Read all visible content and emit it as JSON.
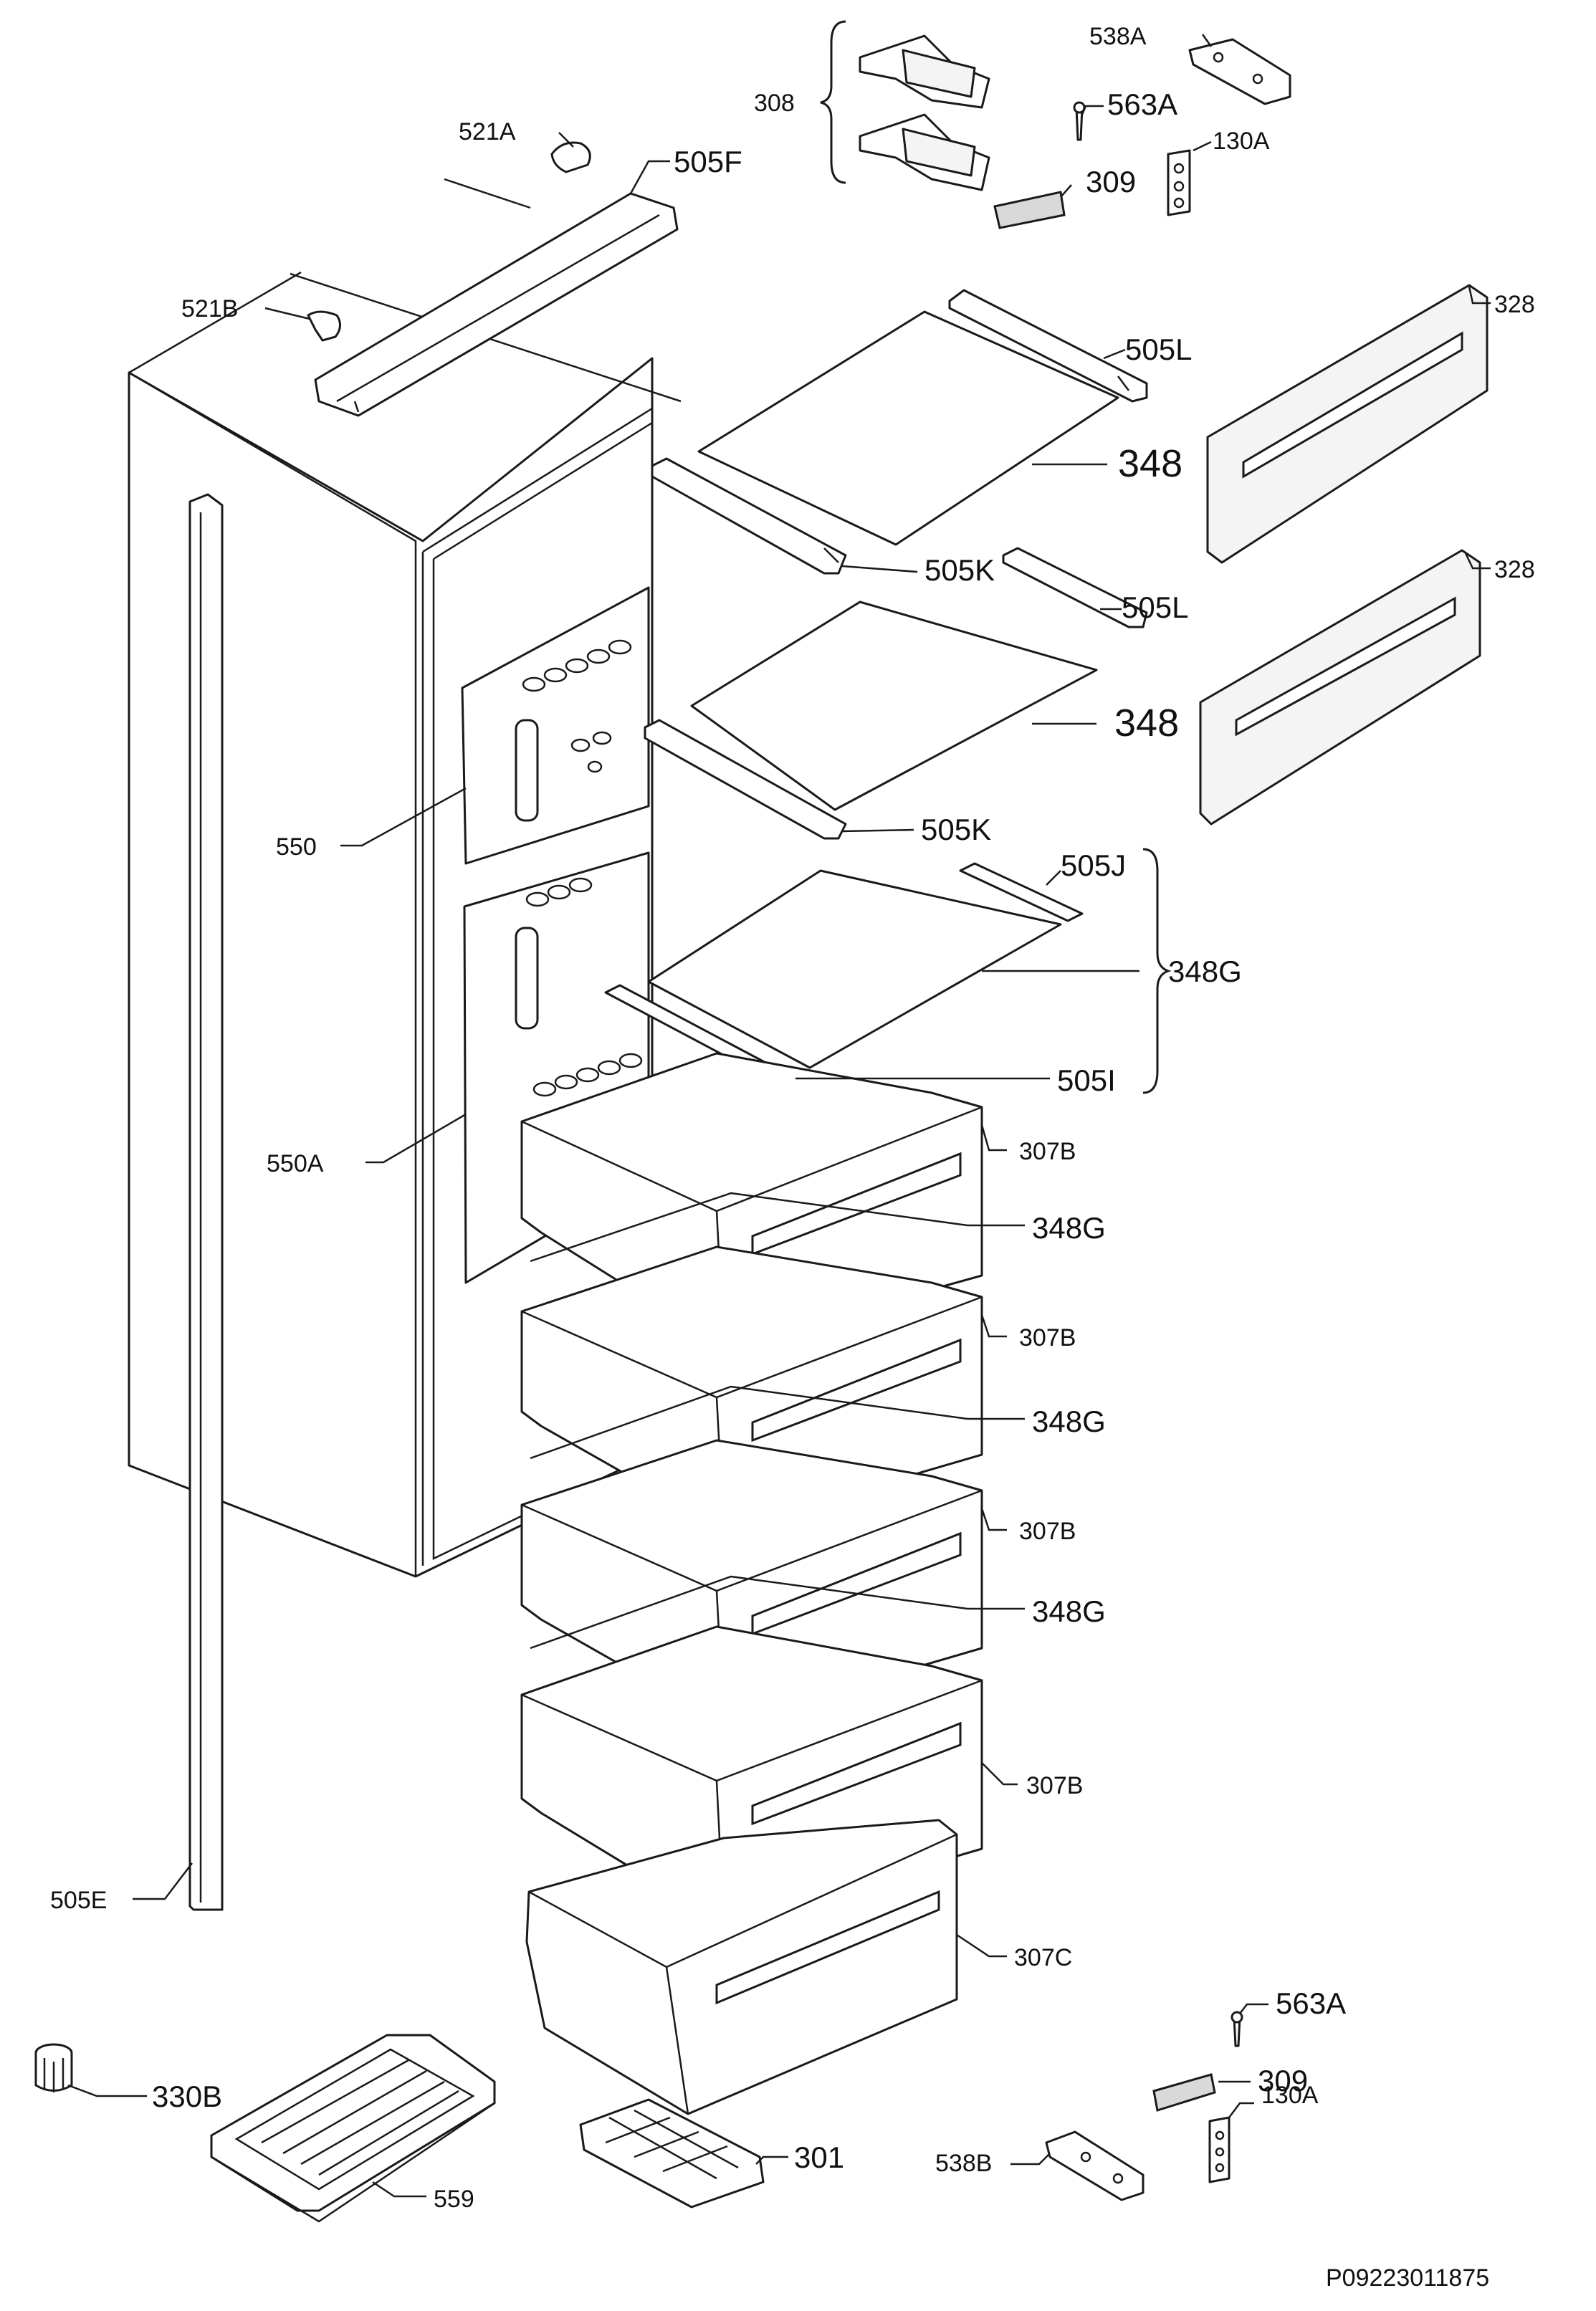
{
  "labels": {
    "l308": "308",
    "l538a": "538A",
    "l563a_top": "563A",
    "l130a_top": "130A",
    "l309_top": "309",
    "l521a": "521A",
    "l505f": "505F",
    "l521b": "521B",
    "l505l_1": "505L",
    "l328_1": "328",
    "l348_1": "348",
    "l505k_1": "505K",
    "l505l_2": "505L",
    "l328_2": "328",
    "l348_2": "348",
    "l505k_2": "505K",
    "l505j": "505J",
    "l348g_main": "348G",
    "l505i": "505I",
    "l550": "550",
    "l550a": "550A",
    "l307b_1": "307B",
    "l348g_1": "348G",
    "l307b_2": "307B",
    "l348g_2": "348G",
    "l307b_3": "307B",
    "l348g_3": "348G",
    "l307b_4": "307B",
    "l505e": "505E",
    "l307c": "307C",
    "l563a_bottom": "563A",
    "l309_bottom": "309",
    "l130a_bottom": "130A",
    "l538b": "538B",
    "l330b": "330B",
    "l559": "559",
    "l301": "301"
  },
  "reference_code": "P09223011875"
}
